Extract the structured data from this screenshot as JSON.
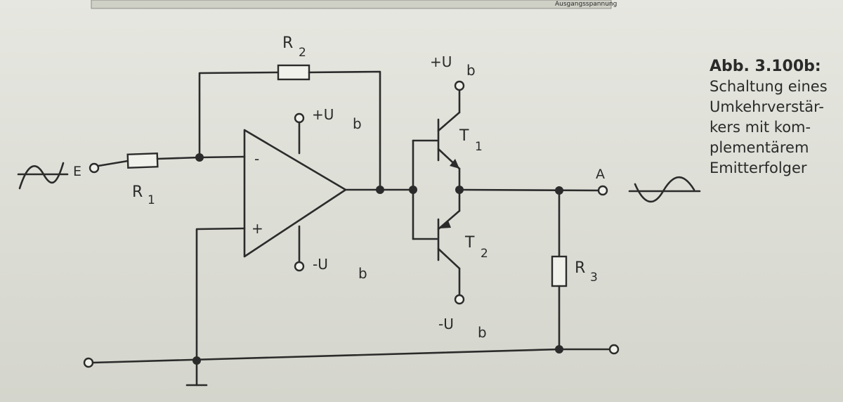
{
  "figure": {
    "caption_title": "Abb. 3.100b:",
    "caption_lines": [
      "Schaltung eines",
      "Umkehrverstär-",
      "kers mit kom-",
      "plementärem",
      "Emitterfolger"
    ],
    "top_label": "Ausgangsspannung"
  },
  "labels": {
    "r1": "R",
    "r1_sub": "1",
    "r2": "R",
    "r2_sub": "2",
    "r3": "R",
    "r3_sub": "3",
    "t1": "T",
    "t1_sub": "1",
    "t2": "T",
    "t2_sub": "2",
    "input": "E",
    "output": "A",
    "opamp_pos_supply": "+U",
    "opamp_pos_sub": "b",
    "opamp_neg_supply": "-U",
    "opamp_neg_sub": "b",
    "t1_supply": "+U",
    "t1_supply_sub": "b",
    "t2_supply": "-U",
    "t2_supply_sub": "b",
    "opamp_minus": "-",
    "opamp_plus": "+"
  }
}
